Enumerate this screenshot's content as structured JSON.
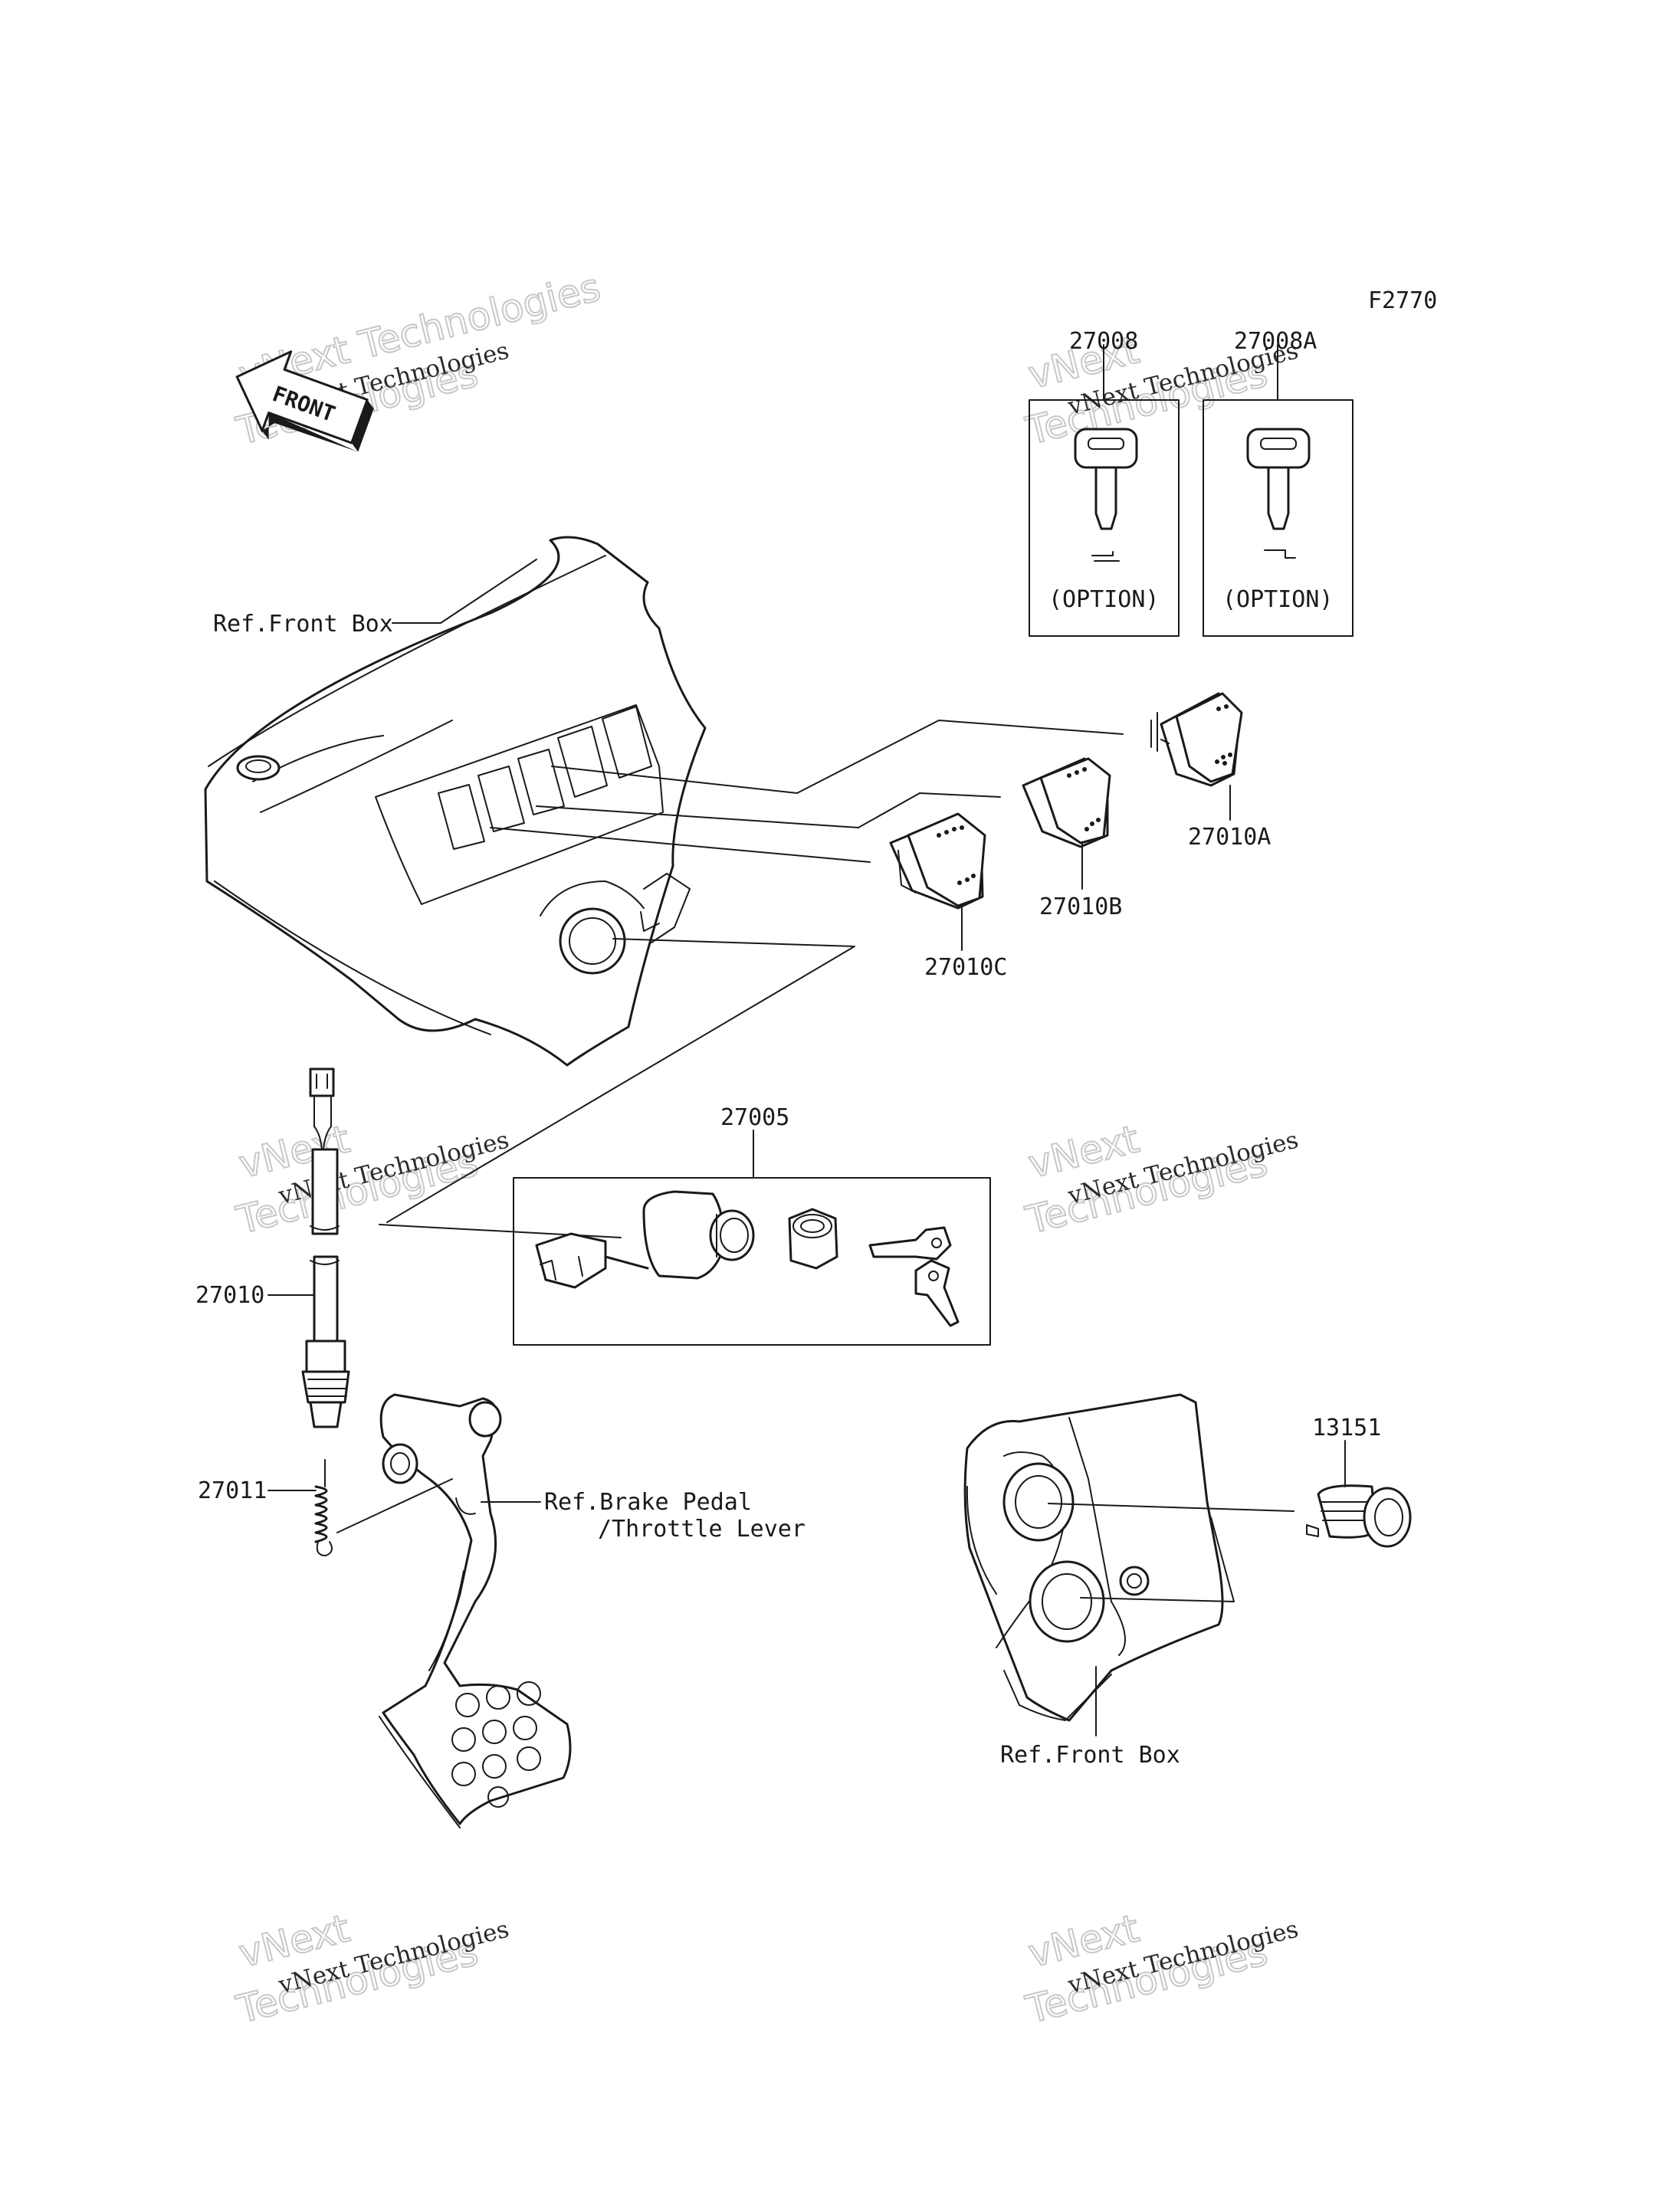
{
  "figure_code": "F2770",
  "direction_arrow": {
    "text": "FRONT",
    "icon": "front-arrow-icon"
  },
  "watermark": {
    "line1": "vNext Technologies",
    "line2": "vNext Technologies"
  },
  "parts": {
    "p27008": "27008",
    "p27008A": "27008A",
    "p27010A": "27010A",
    "p27010B": "27010B",
    "p27010C": "27010C",
    "p27005": "27005",
    "p27010": "27010",
    "p27011": "27011",
    "p13151": "13151"
  },
  "notes": {
    "option_1": "(OPTION)",
    "option_2": "(OPTION)"
  },
  "references": {
    "front_box_top": "Ref.Front Box",
    "front_box_bottom": "Ref.Front Box",
    "brake_pedal_line1": "Ref.Brake Pedal",
    "brake_pedal_line2": "/Throttle Lever"
  }
}
